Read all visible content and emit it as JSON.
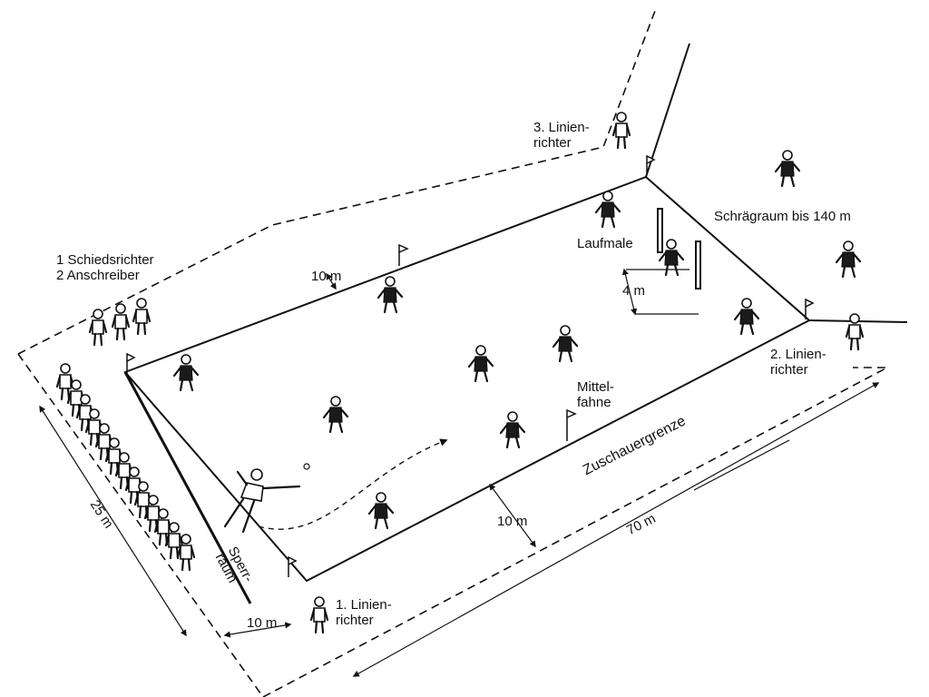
{
  "labels": {
    "line_judge_3": [
      "3. Linien-",
      "richter"
    ],
    "referee": [
      "1 Schiedsrichter",
      "2 Anschreiber"
    ],
    "slant_zone": "Schrägraum bis 140 m",
    "run_marks": "Laufmale",
    "dist_4m": "4 m",
    "dist_10m_top": "10 m",
    "line_judge_2": [
      "2. Linien-",
      "richter"
    ],
    "center_flag": [
      "Mittel-",
      "fahne"
    ],
    "spectator_boundary": "Zuschauergrenze",
    "dist_10m_bottom": "10 m",
    "dist_70m": "70 m",
    "dist_25m": "25 m",
    "restricted_zone": [
      "Sperr-",
      "raum"
    ],
    "line_judge_1": [
      "1. Linien-",
      "richter"
    ],
    "dist_10m_left": "10 m"
  }
}
